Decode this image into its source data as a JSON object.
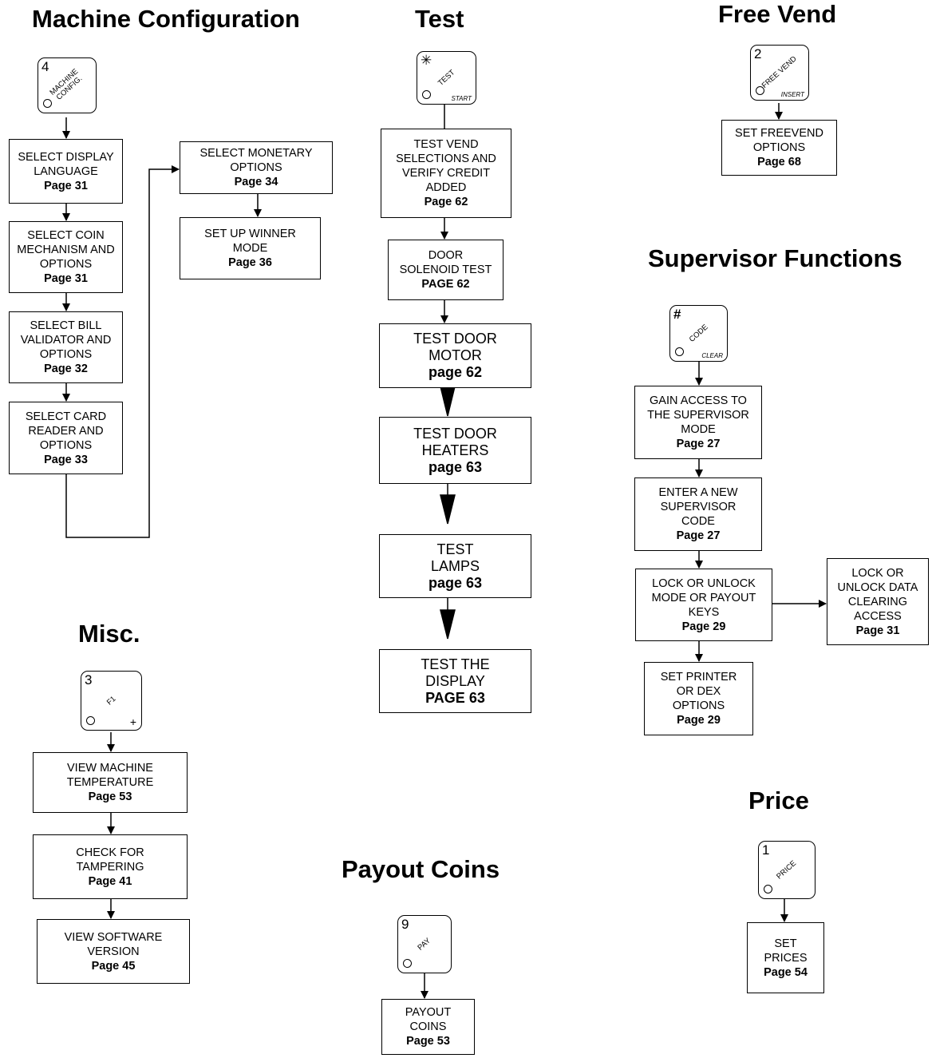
{
  "titles": {
    "machine_config": "Machine Configuration",
    "test": "Test",
    "free_vend": "Free Vend",
    "supervisor": "Supervisor Functions",
    "misc": "Misc.",
    "payout": "Payout Coins",
    "price": "Price"
  },
  "keys": {
    "machine_config": {
      "number": "4",
      "label": "MACHINE\nCONFIG.",
      "sub": ""
    },
    "test": {
      "number": "✳",
      "label": "TEST",
      "sub": "START"
    },
    "free_vend": {
      "number": "2",
      "label": "FREE VEND",
      "sub": "INSERT"
    },
    "code": {
      "number": "#",
      "label": "CODE",
      "sub": "CLEAR"
    },
    "misc": {
      "number": "3",
      "label": "F1",
      "sub": "+"
    },
    "pay": {
      "number": "9",
      "label": "PAY",
      "sub": ""
    },
    "price": {
      "number": "1",
      "label": "PRICE",
      "sub": ""
    }
  },
  "boxes": {
    "mc_language": {
      "text": "SELECT DISPLAY\nLANGUAGE",
      "page": "Page 31"
    },
    "mc_coin": {
      "text": "SELECT COIN\nMECHANISM AND\nOPTIONS",
      "page": "Page 31"
    },
    "mc_bill": {
      "text": "SELECT BILL\nVALIDATOR AND\nOPTIONS",
      "page": "Page 32"
    },
    "mc_card": {
      "text": "SELECT CARD\nREADER AND\nOPTIONS",
      "page": "Page 33"
    },
    "mc_monetary": {
      "text": "SELECT MONETARY\nOPTIONS",
      "page": "Page 34"
    },
    "mc_winner": {
      "text": "SET UP WINNER\nMODE",
      "page": "Page 36"
    },
    "t_vend": {
      "text": "TEST VEND\nSELECTIONS AND\nVERIFY CREDIT\nADDED",
      "page": "Page 62"
    },
    "t_solenoid": {
      "text": "DOOR\nSOLENOID TEST",
      "page": "PAGE 62"
    },
    "t_motor": {
      "text": "TEST DOOR\nMOTOR",
      "page": "page 62"
    },
    "t_heaters": {
      "text": "TEST DOOR\nHEATERS",
      "page": "page 63"
    },
    "t_lamps": {
      "text": "TEST\nLAMPS",
      "page": "page 63"
    },
    "t_display": {
      "text": "TEST THE\nDISPLAY",
      "page": "PAGE 63"
    },
    "fv_set": {
      "text": "SET FREEVEND\nOPTIONS",
      "page": "Page 68"
    },
    "s_access": {
      "text": "GAIN ACCESS TO\nTHE SUPERVISOR\nMODE",
      "page": "Page 27"
    },
    "s_code": {
      "text": "ENTER A NEW\nSUPERVISOR\nCODE",
      "page": "Page 27"
    },
    "s_lock": {
      "text": "LOCK OR UNLOCK\nMODE OR PAYOUT\nKEYS",
      "page": "Page 29"
    },
    "s_data": {
      "text": "LOCK OR\nUNLOCK DATA\nCLEARING\nACCESS",
      "page": "Page 31"
    },
    "s_printer": {
      "text": "SET PRINTER\nOR DEX\nOPTIONS",
      "page": "Page 29"
    },
    "m_temp": {
      "text": "VIEW MACHINE\nTEMPERATURE",
      "page": "Page 53"
    },
    "m_tamper": {
      "text": "CHECK FOR\nTAMPERING",
      "page": "Page 41"
    },
    "m_version": {
      "text": "VIEW SOFTWARE\nVERSION",
      "page": "Page 45"
    },
    "p_payout": {
      "text": "PAYOUT\nCOINS",
      "page": "Page 53"
    },
    "pr_set": {
      "text": "SET\nPRICES",
      "page": "Page 54"
    }
  }
}
